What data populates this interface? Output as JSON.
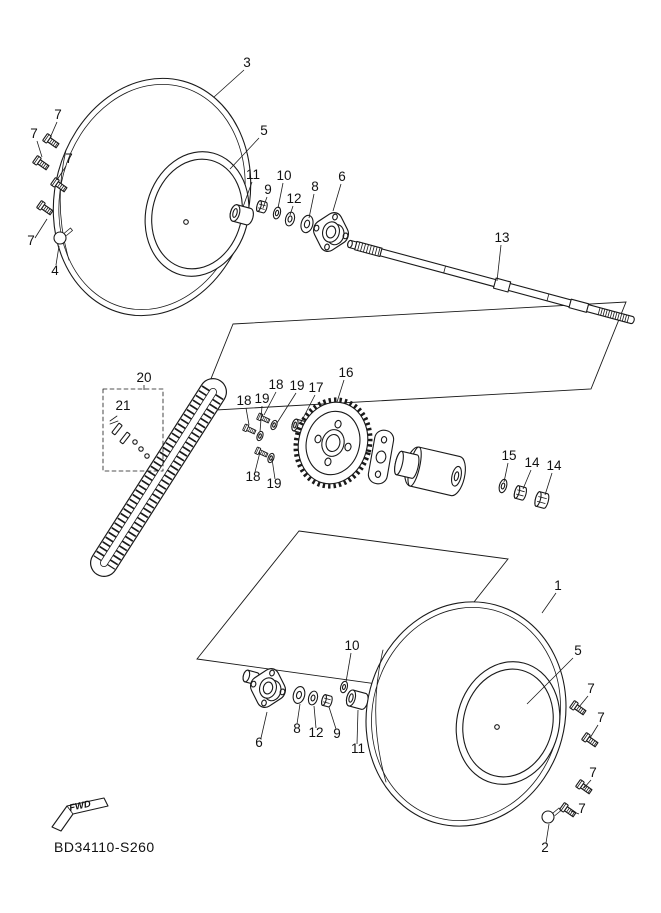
{
  "meta": {
    "background": "#ffffff",
    "line_color": "#1a1a1a"
  },
  "footer": {
    "fwd_label": "FWD",
    "diagram_code": "BD34110-S260"
  },
  "callouts": [
    {
      "text": "3"
    },
    {
      "text": "7"
    },
    {
      "text": "7"
    },
    {
      "text": "7"
    },
    {
      "text": "7"
    },
    {
      "text": "4"
    },
    {
      "text": "5"
    },
    {
      "text": "11"
    },
    {
      "text": "9"
    },
    {
      "text": "10"
    },
    {
      "text": "12"
    },
    {
      "text": "8"
    },
    {
      "text": "6"
    },
    {
      "text": "13"
    },
    {
      "text": "20"
    },
    {
      "text": "21"
    },
    {
      "text": "18"
    },
    {
      "text": "19"
    },
    {
      "text": "18"
    },
    {
      "text": "19"
    },
    {
      "text": "17"
    },
    {
      "text": "16"
    },
    {
      "text": "18"
    },
    {
      "text": "19"
    },
    {
      "text": "15"
    },
    {
      "text": "14"
    },
    {
      "text": "14"
    },
    {
      "text": "1"
    },
    {
      "text": "5"
    },
    {
      "text": "7"
    },
    {
      "text": "7"
    },
    {
      "text": "7"
    },
    {
      "text": "7"
    },
    {
      "text": "10"
    },
    {
      "text": "6"
    },
    {
      "text": "8"
    },
    {
      "text": "12"
    },
    {
      "text": "9"
    },
    {
      "text": "11"
    },
    {
      "text": "2"
    }
  ]
}
